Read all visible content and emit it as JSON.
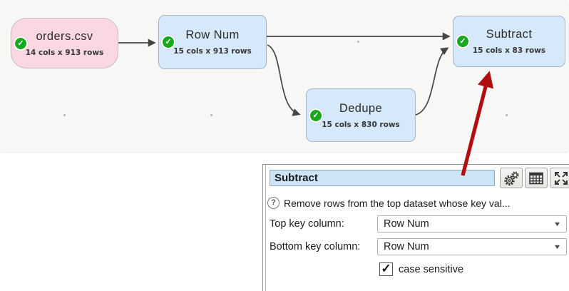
{
  "canvas": {
    "nodes": [
      {
        "title": "orders.csv",
        "subtitle": "14 cols x 913 rows",
        "type": "input"
      },
      {
        "title": "Row Num",
        "subtitle": "15 cols x 913 rows",
        "type": "transform"
      },
      {
        "title": "Dedupe",
        "subtitle": "15 cols x 830 rows",
        "type": "transform"
      },
      {
        "title": "Subtract",
        "subtitle": "15 cols x 83 rows",
        "type": "transform"
      }
    ]
  },
  "panel": {
    "title_value": "Subtract",
    "help_text": "Remove rows from the top dataset whose key val...",
    "fields": [
      {
        "label": "Top key column:",
        "value": "Row Num"
      },
      {
        "label": "Bottom key column:",
        "value": "Row Num"
      }
    ],
    "checkbox": {
      "label": "case sensitive",
      "checked": true
    }
  },
  "icons": {
    "status_ok": "✓",
    "help": "?",
    "dropdown_arrow": "▼",
    "checkbox_check": "✓",
    "gear": "gear-settings-icon",
    "table": "table-view-icon",
    "expand": "expand-panel-icon"
  },
  "colors": {
    "input_node_pink": "#f9d8e2",
    "transform_node_blue": "#d5e9fa",
    "status_green": "#17a81d",
    "flow_arrow_gray": "#454545",
    "highlight_arrow_red": "#b00f0f",
    "title_input_blue": "#cde4f7",
    "canvas_bg": "#f7f7f5"
  }
}
